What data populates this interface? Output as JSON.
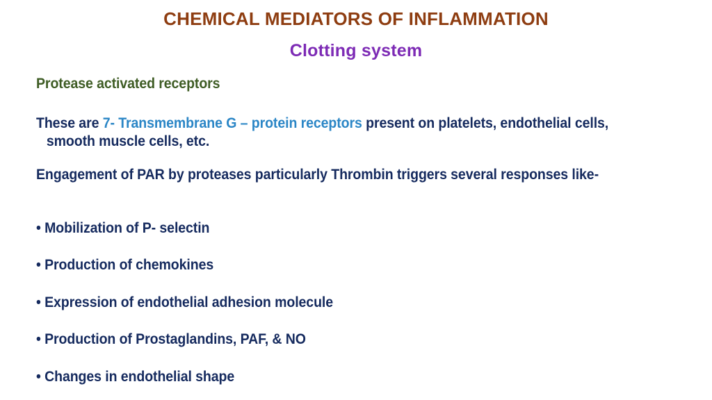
{
  "slide": {
    "title": "CHEMICAL MEDIATORS OF INFLAMMATION",
    "subtitle": "Clotting system",
    "background_color": "#ffffff"
  },
  "colors": {
    "title_brown": "#8e3d11",
    "subtitle_purple": "#7d2bb5",
    "heading_green": "#3e5c24",
    "body_navy": "#152a5e",
    "accent_blue": "#2b86c6"
  },
  "content": {
    "heading": "Protease activated receptors",
    "paragraph_1": {
      "lead": "These are ",
      "highlight": "7- Transmembrane G – protein receptors",
      "tail": " present on platelets, endothelial cells, smooth muscle cells, etc."
    },
    "paragraph_2": "Engagement of PAR by proteases particularly Thrombin triggers several responses like-",
    "bullet_marker": "•",
    "bullets": [
      "Mobilization of P- selectin",
      "Production of chemokines",
      "Expression of endothelial adhesion molecule",
      "Production of Prostaglandins, PAF, & NO",
      "Changes in endothelial shape"
    ]
  }
}
